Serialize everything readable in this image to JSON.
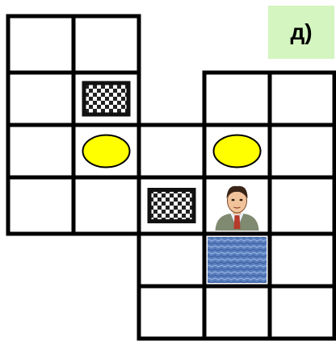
{
  "puzzle": {
    "label": "д)",
    "label_background": "#d4f5c0"
  },
  "board": {
    "line_color": "#000000",
    "cell_background": "#ffffff",
    "rows": [
      [
        "floor",
        "floor",
        "void",
        "void",
        "void"
      ],
      [
        "floor",
        "checkered-tile",
        "void",
        "floor",
        "floor"
      ],
      [
        "floor",
        "yellow-oval",
        "floor",
        "yellow-oval",
        "floor"
      ],
      [
        "floor",
        "floor",
        "checkered-tile",
        "man-portrait",
        "floor"
      ],
      [
        "void",
        "void",
        "floor",
        "blue-water-tile",
        "floor"
      ],
      [
        "void",
        "void",
        "floor",
        "floor",
        "floor"
      ]
    ]
  },
  "pieces": {
    "oval_color": "#ffff00",
    "water_color": "#5a7fc0"
  }
}
